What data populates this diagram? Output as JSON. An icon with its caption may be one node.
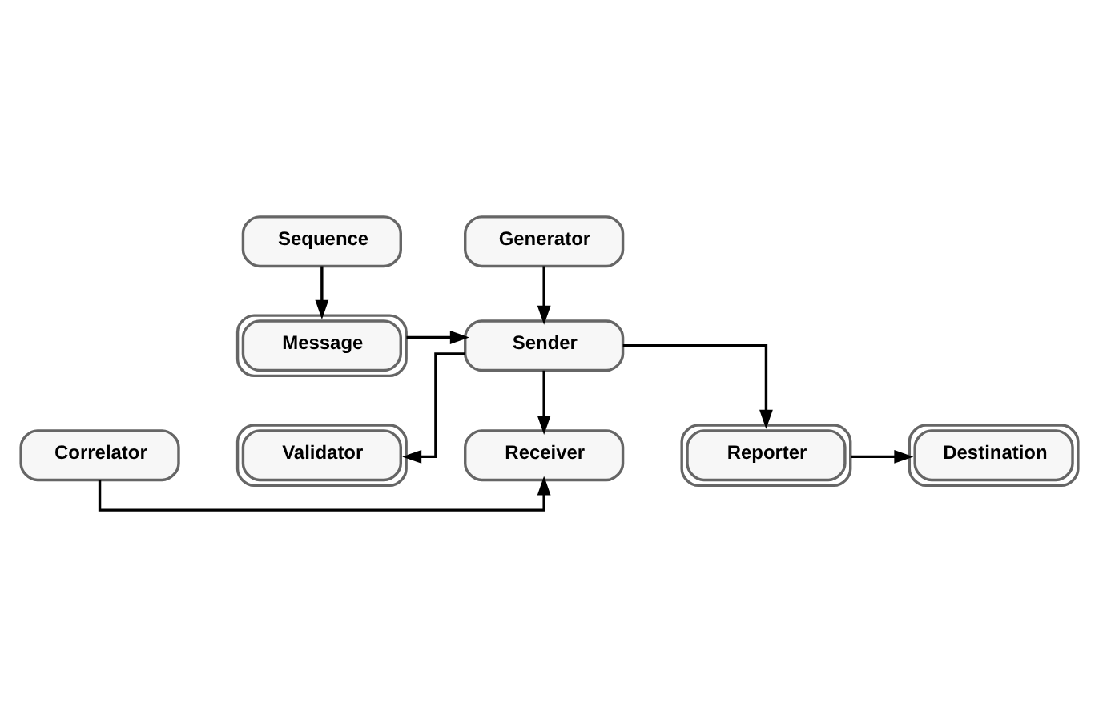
{
  "diagram": {
    "nodes": [
      {
        "text": [
          "Generator"
        ]
      },
      {
        "text": [
          "Sequence"
        ]
      },
      {
        "text": [
          "Sender"
        ]
      },
      {
        "text": [
          "Message"
        ]
      },
      {
        "text": [
          "Receiver"
        ]
      },
      {
        "text": [
          "Correlator"
        ]
      },
      {
        "text": [
          "Reporter"
        ]
      },
      {
        "text": [
          "Destination"
        ]
      },
      {
        "text": [
          "Validator"
        ]
      }
    ],
    "edges": [
      {
        "from": 0,
        "to": 2,
        "arrow": "to"
      },
      {
        "from": 1,
        "to": 3,
        "arrow": "to"
      },
      {
        "from": 3,
        "to": 2,
        "arrow": "to"
      },
      {
        "from": 2,
        "to": 4,
        "arrow": "to"
      },
      {
        "from": 5,
        "to": 4,
        "arrow": "to"
      },
      {
        "from": 2,
        "to": 6,
        "arrow": "to"
      },
      {
        "from": 6,
        "to": 7,
        "arrow": "to"
      },
      {
        "from": 2,
        "to": 8,
        "arrow": "to"
      }
    ]
  }
}
